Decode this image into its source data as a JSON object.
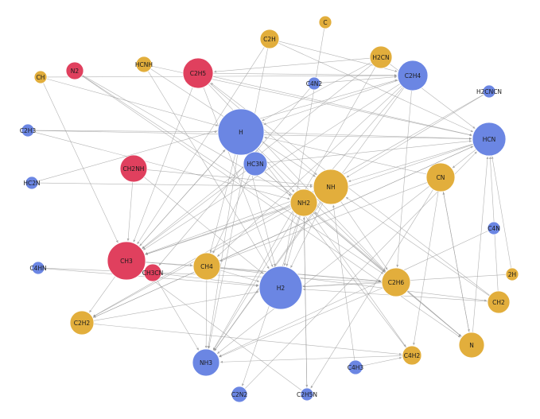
{
  "colors": {
    "red": "#e0405e",
    "yellow": "#e2ae3c",
    "blue": "#6b86e3",
    "edge": "#9a9a9a"
  },
  "nodes": [
    {
      "id": "C",
      "color": "yellow"
    },
    {
      "id": "C2H",
      "color": "yellow"
    },
    {
      "id": "H2CN",
      "color": "yellow"
    },
    {
      "id": "HCNH",
      "color": "yellow"
    },
    {
      "id": "N2",
      "color": "red"
    },
    {
      "id": "CH",
      "color": "yellow"
    },
    {
      "id": "C2H5",
      "color": "red"
    },
    {
      "id": "C4N2",
      "color": "blue"
    },
    {
      "id": "C2H4",
      "color": "blue"
    },
    {
      "id": "H2CNCN",
      "color": "blue"
    },
    {
      "id": "C2H3",
      "color": "blue"
    },
    {
      "id": "H",
      "color": "blue"
    },
    {
      "id": "HCN",
      "color": "blue"
    },
    {
      "id": "CH2NH",
      "color": "red"
    },
    {
      "id": "HC3N",
      "color": "blue"
    },
    {
      "id": "CN",
      "color": "yellow"
    },
    {
      "id": "HC2N",
      "color": "blue"
    },
    {
      "id": "NH",
      "color": "yellow"
    },
    {
      "id": "NH2",
      "color": "yellow"
    },
    {
      "id": "C4N",
      "color": "blue"
    },
    {
      "id": "C4HN",
      "color": "blue"
    },
    {
      "id": "CH3",
      "color": "red"
    },
    {
      "id": "CH3CN",
      "color": "red"
    },
    {
      "id": "CH4",
      "color": "yellow"
    },
    {
      "id": "2H",
      "color": "yellow"
    },
    {
      "id": "H2",
      "color": "blue"
    },
    {
      "id": "C2H6",
      "color": "yellow"
    },
    {
      "id": "CH2",
      "color": "yellow"
    },
    {
      "id": "C2H2",
      "color": "yellow"
    },
    {
      "id": "N",
      "color": "yellow"
    },
    {
      "id": "C4H2",
      "color": "yellow"
    },
    {
      "id": "NH3",
      "color": "blue"
    },
    {
      "id": "C4H3",
      "color": "blue"
    },
    {
      "id": "C2N2",
      "color": "blue"
    },
    {
      "id": "C2H5N",
      "color": "blue"
    }
  ],
  "edges": [
    [
      "C",
      "H2"
    ],
    [
      "C2H",
      "NH3"
    ],
    [
      "C2H",
      "CH3"
    ],
    [
      "C2H",
      "C2H4"
    ],
    [
      "C2H",
      "HCN"
    ],
    [
      "H2CN",
      "HCN"
    ],
    [
      "H2CN",
      "CH3"
    ],
    [
      "H2CN",
      "H"
    ],
    [
      "H2CN",
      "C2H5"
    ],
    [
      "H2CN",
      "NH3"
    ],
    [
      "HCNH",
      "HCN"
    ],
    [
      "HCNH",
      "NH"
    ],
    [
      "HCNH",
      "H2"
    ],
    [
      "N2",
      "C2H6"
    ],
    [
      "N2",
      "NH2"
    ],
    [
      "N2",
      "N"
    ],
    [
      "CH",
      "C2H4"
    ],
    [
      "CH",
      "CH3"
    ],
    [
      "CH",
      "H"
    ],
    [
      "C2H5",
      "C2H4"
    ],
    [
      "C2H5",
      "C2H6"
    ],
    [
      "C2H5",
      "H2"
    ],
    [
      "C2H5",
      "CH3"
    ],
    [
      "C2H5",
      "NH"
    ],
    [
      "C2H5",
      "HCN"
    ],
    [
      "C4N2",
      "C2H4"
    ],
    [
      "C4N2",
      "CH3CN"
    ],
    [
      "C2H4",
      "H"
    ],
    [
      "C2H4",
      "NH3"
    ],
    [
      "C2H4",
      "CH3"
    ],
    [
      "C2H4",
      "NH2"
    ],
    [
      "C2H4",
      "CH4"
    ],
    [
      "C2H4",
      "C2H6"
    ],
    [
      "H2CNCN",
      "C2H2"
    ],
    [
      "H2CNCN",
      "NH"
    ],
    [
      "C2H3",
      "HCN"
    ],
    [
      "C2H3",
      "H"
    ],
    [
      "C2H3",
      "NH2"
    ],
    [
      "H",
      "NH3"
    ],
    [
      "H",
      "C2H6"
    ],
    [
      "H",
      "CH4"
    ],
    [
      "H",
      "CH3"
    ],
    [
      "H",
      "HCN"
    ],
    [
      "H",
      "NH2"
    ],
    [
      "H",
      "H2"
    ],
    [
      "HCN",
      "NH"
    ],
    [
      "HCN",
      "C2H2"
    ],
    [
      "HCN",
      "CN"
    ],
    [
      "HCN",
      "CH3"
    ],
    [
      "CH2NH",
      "NH"
    ],
    [
      "CH2NH",
      "H2"
    ],
    [
      "CH2NH",
      "CH3"
    ],
    [
      "HC3N",
      "CH3"
    ],
    [
      "HC3N",
      "HCN"
    ],
    [
      "HC3N",
      "CH4"
    ],
    [
      "HC3N",
      "N"
    ],
    [
      "HC3N",
      "C2H6"
    ],
    [
      "CN",
      "H"
    ],
    [
      "CN",
      "NH3"
    ],
    [
      "CN",
      "C2H5N"
    ],
    [
      "CN",
      "N"
    ],
    [
      "CN",
      "CH4"
    ],
    [
      "CN",
      "C4H2"
    ],
    [
      "HC2N",
      "NH"
    ],
    [
      "HC2N",
      "C2H4"
    ],
    [
      "NH",
      "CH3"
    ],
    [
      "NH",
      "NH3"
    ],
    [
      "NH",
      "C2H2"
    ],
    [
      "NH",
      "C2H6"
    ],
    [
      "NH",
      "H2"
    ],
    [
      "NH2",
      "NH3"
    ],
    [
      "NH2",
      "CH3"
    ],
    [
      "NH2",
      "H2"
    ],
    [
      "NH2",
      "C2N2"
    ],
    [
      "NH2",
      "C2H5N"
    ],
    [
      "NH2",
      "C4H2"
    ],
    [
      "C4N",
      "NH3"
    ],
    [
      "C4HN",
      "C2H6"
    ],
    [
      "C4HN",
      "H2"
    ],
    [
      "CH3",
      "C2H2"
    ],
    [
      "CH3",
      "C2H6"
    ],
    [
      "CH3",
      "CH4"
    ],
    [
      "CH3",
      "H"
    ],
    [
      "CH3CN",
      "NH3"
    ],
    [
      "CH3CN",
      "H2"
    ],
    [
      "CH4",
      "NH3"
    ],
    [
      "CH4",
      "H2"
    ],
    [
      "CH4",
      "C2H6"
    ],
    [
      "CH4",
      "CH2"
    ],
    [
      "2H",
      "H2"
    ],
    [
      "2H",
      "HCN"
    ],
    [
      "C2H6",
      "NH3"
    ],
    [
      "C2H6",
      "H2"
    ],
    [
      "C2H6",
      "N"
    ],
    [
      "CH2",
      "H2"
    ],
    [
      "CH2",
      "HCN"
    ],
    [
      "CH2",
      "NH"
    ],
    [
      "CH2",
      "C2H5"
    ],
    [
      "C2H2",
      "H2"
    ],
    [
      "C2H2",
      "C4H2"
    ],
    [
      "C2H2",
      "HCN"
    ],
    [
      "N",
      "NH2"
    ],
    [
      "N",
      "HCN"
    ],
    [
      "N",
      "CN"
    ],
    [
      "C4H2",
      "H"
    ],
    [
      "C4H2",
      "NH3"
    ],
    [
      "C4H3",
      "C4H2"
    ],
    [
      "C4H3",
      "NH"
    ],
    [
      "C2N2",
      "HCN"
    ],
    [
      "C2H5N",
      "NH2"
    ],
    [
      "C2H5N",
      "CH3"
    ]
  ]
}
